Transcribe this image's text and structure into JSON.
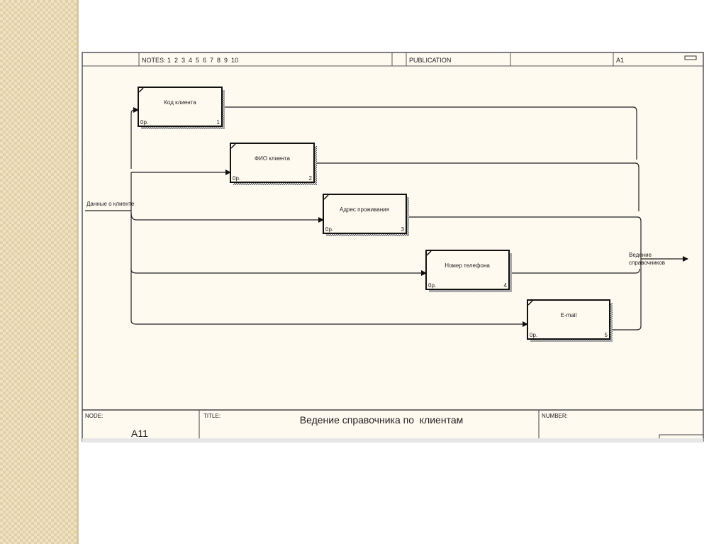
{
  "header": {
    "notes_label": "NOTES:",
    "notes_numbers": "1  2  3  4  5  6  7  8  9  10",
    "publication_label": "PUBLICATION",
    "sheet": "A1"
  },
  "diagram": {
    "input_label": "Данные о клиенте",
    "output_label_line1": "Ведение",
    "output_label_line2": "справочников",
    "boxes": [
      {
        "label": "Код клиента",
        "cost": "0р.",
        "number": "1"
      },
      {
        "label": "ФИО клиента",
        "cost": "0р.",
        "number": "2"
      },
      {
        "label": "Адрес проживания",
        "cost": "0р.",
        "number": "3"
      },
      {
        "label": "Номер телефона",
        "cost": "0р.",
        "number": "4"
      },
      {
        "label": "E-mail",
        "cost": "0р.",
        "number": "5"
      }
    ]
  },
  "footer": {
    "node_label": "NODE:",
    "node_value": "A11",
    "title_label": "TITLE:",
    "title_value": "Ведение справочника по  клиентам",
    "number_label": "NUMBER:"
  }
}
